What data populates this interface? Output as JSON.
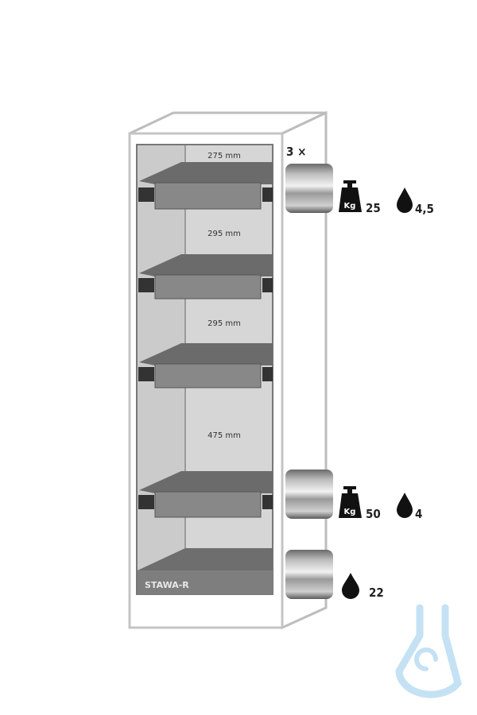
{
  "cabinet": {
    "brand_label": "STAWA-R",
    "compartments": [
      {
        "height_label": "275 mm"
      },
      {
        "height_label": "295 mm"
      },
      {
        "height_label": "295 mm"
      },
      {
        "height_label": "475 mm"
      }
    ]
  },
  "legend": {
    "quantity_label": "3 ×",
    "kg_symbol": "Kg",
    "shelf_rows": [
      {
        "load_kg": "25",
        "volume_l": "4,5"
      },
      {
        "load_kg": "50",
        "volume_l": "4"
      }
    ],
    "sump": {
      "volume_l": "22"
    }
  },
  "colors": {
    "frame": "#c8c8c8",
    "interior": "#d4d4d4",
    "tray": "#7a7a7a",
    "watermark": "#bfe0f2"
  }
}
